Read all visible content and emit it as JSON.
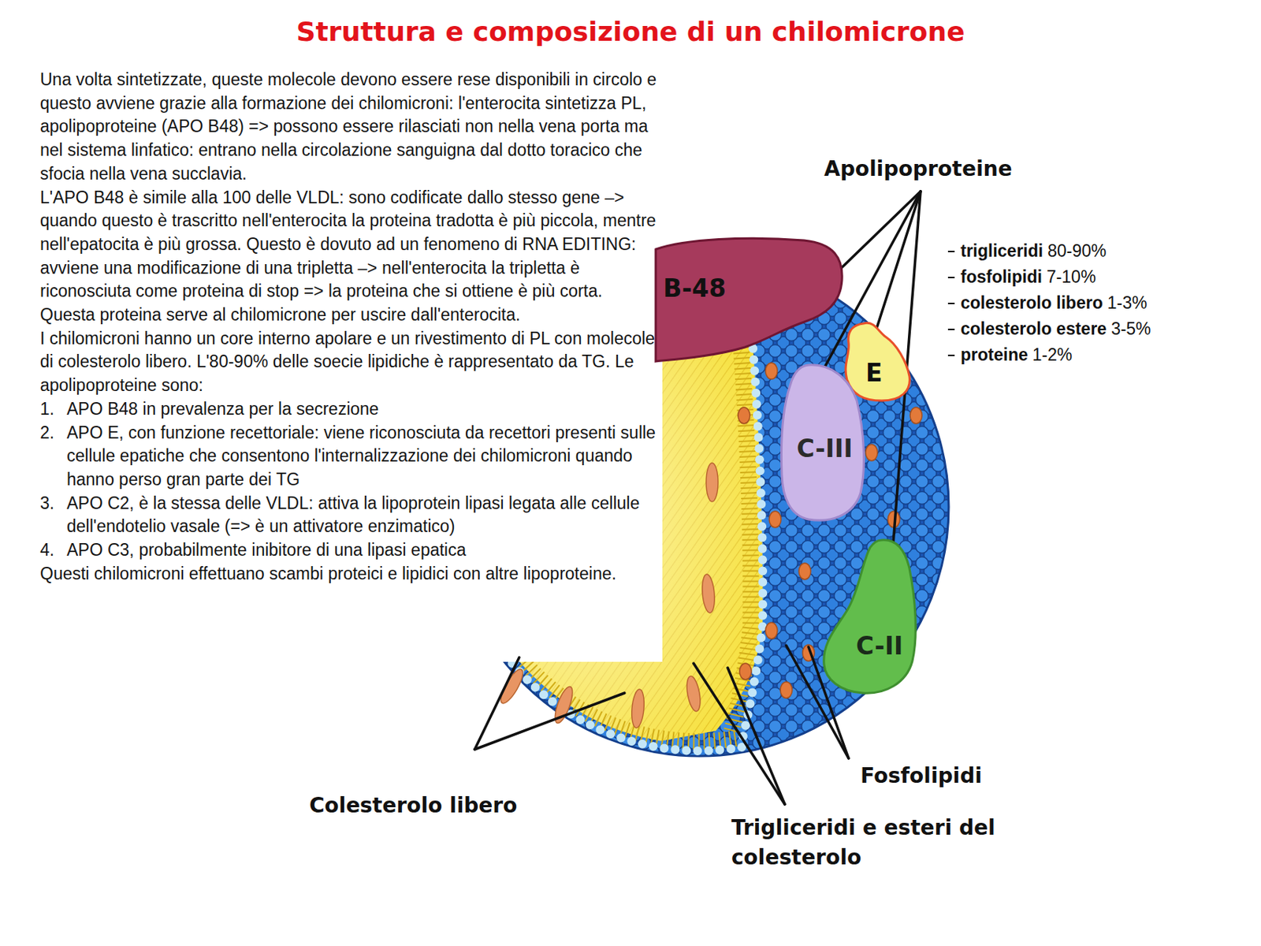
{
  "diagram": {
    "title": "Struttura e composizione di un chilomicrone",
    "nodes": [
      {
        "text": [
          "B-48"
        ]
      },
      {
        "text": [
          "E"
        ]
      },
      {
        "text": [
          "C-III"
        ]
      },
      {
        "text": [
          "C-II"
        ]
      }
    ],
    "labels": [
      "Una volta sintetizzate, queste molecole devono essere rese disponibili in circolo e questo avviene grazie alla formazione dei chilomicroni: l'enterocita sintetizza PL, apolipoproteine (APO B48) => possono essere rilasciati non nella vena porta ma nel sistema linfatico: entrano nella circolazione sanguigna dal dotto toracico che sfocia nella vena succlavia.",
      "L'APO B48 è simile alla 100 delle VLDL: sono codificate dallo stesso gene –> quando questo è trascritto nell'enterocita la proteina tradotta è più piccola, mentre nell'epatocita è più grossa. Questo è dovuto ad un fenomeno di RNA EDITING: avviene una modificazione di una tripletta –> nell'enterocita la tripletta è riconosciuta come proteina di stop => la proteina che si ottiene è più corta. Questa proteina serve al chilomicrone per uscire dall'enterocita.",
      "I chilomicroni hanno un core interno apolare e un rivestimento di PL con molecole di colesterolo libero. L'80-90% delle soecie lipidiche è rappresentato da TG. Le apolipoproteine sono:",
      "1.",
      "APO B48 in prevalenza per la secrezione",
      "2.",
      "APO E, con funzione recettoriale: viene riconosciuta da recettori presenti sulle cellule epatiche che consentono l'internalizzazione dei chilomicroni quando hanno perso gran parte dei TG",
      "3.",
      "APO C2, è la stessa delle VLDL: attiva la lipoprotein lipasi legata alle cellule dell'endotelio vasale (=> è un attivatore enzimatico)",
      "4.",
      "APO C3, probabilmente inibitore di una lipasi epatica",
      "Questi chilomicroni effettuano scambi proteici e lipidici con altre lipoproteine.",
      "Apolipoproteine",
      "trigliceridi",
      "80-90%",
      "fosfolipidi",
      "7-10%",
      "colesterolo libero",
      "1-3%",
      "colesterolo estere",
      "3-5%",
      "proteine",
      "1-2%",
      "Colesterolo libero",
      "Fosfolipidi",
      "Trigliceridi e esteri del colesterolo"
    ]
  }
}
